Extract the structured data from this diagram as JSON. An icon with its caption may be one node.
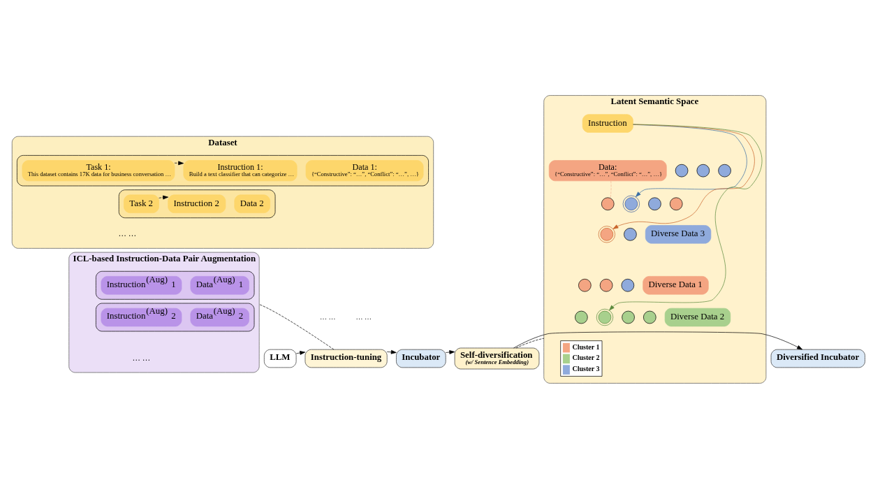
{
  "diagram": {
    "nodes": [
      {
        "text": [
          "Dataset"
        ]
      },
      {
        "text": [],
        "shape": "box",
        "in": 0
      },
      {
        "text": [
          "Task 1:",
          "This dataset contains 17K data for business conversation …"
        ],
        "in": 1
      },
      {
        "text": [
          "Instruction 1:",
          "Build a text classifier that can categorize …"
        ],
        "in": 1
      },
      {
        "text": [
          "Data 1:",
          "{“Constructive”: “…”, “Conflict”: “…”, …}"
        ],
        "in": 1
      },
      {
        "text": [],
        "shape": "box",
        "in": 0
      },
      {
        "text": [
          "Task 2"
        ],
        "in": 5
      },
      {
        "text": [
          "Instruction 2"
        ],
        "in": 5
      },
      {
        "text": [
          "Data 2"
        ],
        "in": 5
      },
      {
        "text": [
          "ICL-based Instruction-Data Pair Augmentation"
        ]
      },
      {
        "text": [],
        "shape": "box",
        "in": 9
      },
      {
        "text": [
          "Instruction$^{(Aug)}$ 1"
        ],
        "in": 10
      },
      {
        "text": [
          "Data$^{(Aug)}$ 1"
        ],
        "in": 10
      },
      {
        "text": [],
        "shape": "box",
        "in": 9
      },
      {
        "text": [
          "Instruction$^{(Aug)}$ 2"
        ],
        "in": 13
      },
      {
        "text": [
          "Data$^{(Aug)}$ 2"
        ],
        "in": 13
      },
      {
        "text": [
          "Latent Semantic Space"
        ]
      },
      {
        "text": [
          "Instruction"
        ],
        "in": 16
      },
      {
        "text": [
          "Data:",
          "{“Constructive”: “…”, “Conflict”: “…”, …}"
        ],
        "in": 16
      },
      {
        "text": [],
        "shape": "circle",
        "in": 16
      },
      {
        "text": [],
        "shape": "circle",
        "in": 16
      },
      {
        "text": [],
        "shape": "circle",
        "in": 16
      },
      {
        "text": [],
        "shape": "circle",
        "in": 16
      },
      {
        "text": [],
        "shape": "circle",
        "in": 16
      },
      {
        "text": [],
        "shape": "circle",
        "in": 16
      },
      {
        "text": [],
        "shape": "circle",
        "in": 16
      },
      {
        "text": [],
        "shape": "circle",
        "in": 16
      },
      {
        "text": [],
        "shape": "circle",
        "in": 16
      },
      {
        "text": [],
        "shape": "circle",
        "in": 16
      },
      {
        "text": [],
        "shape": "circle",
        "in": 16
      },
      {
        "text": [],
        "shape": "circle",
        "in": 16
      },
      {
        "text": [],
        "shape": "circle",
        "in": 16
      },
      {
        "text": [],
        "shape": "circle",
        "in": 16
      },
      {
        "text": [],
        "shape": "circle",
        "in": 16
      },
      {
        "text": [],
        "shape": "circle",
        "in": 16
      },
      {
        "text": [
          "Diverse Data 3"
        ],
        "in": 16
      },
      {
        "text": [
          "Diverse Data 1"
        ],
        "in": 16
      },
      {
        "text": [
          "Diverse Data 2"
        ],
        "in": 16
      },
      {
        "text": [
          "LLM"
        ]
      },
      {
        "text": [
          "Instruction-tuning"
        ]
      },
      {
        "text": [
          "Incubator"
        ]
      },
      {
        "text": [
          "Self-diversification",
          "(w/ Sentence Embedding)"
        ]
      },
      {
        "text": [
          "Diversified Incubator"
        ]
      }
    ],
    "edges": [
      {
        "from": 2,
        "to": 3,
        "arrow": "to",
        "style": "dashed"
      },
      {
        "from": 6,
        "to": 7,
        "arrow": "to",
        "style": "dashed"
      },
      {
        "from": 17,
        "to": 26,
        "arrow": "to",
        "color": "#c8642a"
      },
      {
        "from": 17,
        "to": 32,
        "arrow": "to",
        "color": "#5a8a3c"
      },
      {
        "from": 17,
        "to": 23,
        "arrow": "to",
        "color": "#3a6ea5"
      },
      {
        "from": 18,
        "to": 22,
        "arrow": "none",
        "style": "dashed",
        "color": "#f4b896"
      },
      {
        "from": 38,
        "to": 39,
        "arrow": "to"
      },
      {
        "from": 39,
        "to": 40,
        "arrow": "to"
      },
      {
        "from": 40,
        "to": 41,
        "arrow": "to"
      },
      {
        "from": 41,
        "to": 42,
        "arrow": "to"
      },
      {
        "from": 39,
        "to": 9,
        "arrow": "none",
        "style": "dashed"
      },
      {
        "from": 41,
        "to": 16,
        "arrow": "none",
        "style": "dashed"
      }
    ],
    "labels": [
      "… …",
      "… …",
      "… …",
      "… …"
    ],
    "legend": [
      {
        "text": "Cluster 1",
        "color": "#f4a582"
      },
      {
        "text": "Cluster 2",
        "color": "#a8d08d"
      },
      {
        "text": "Cluster 3",
        "color": "#8faadc"
      }
    ]
  }
}
